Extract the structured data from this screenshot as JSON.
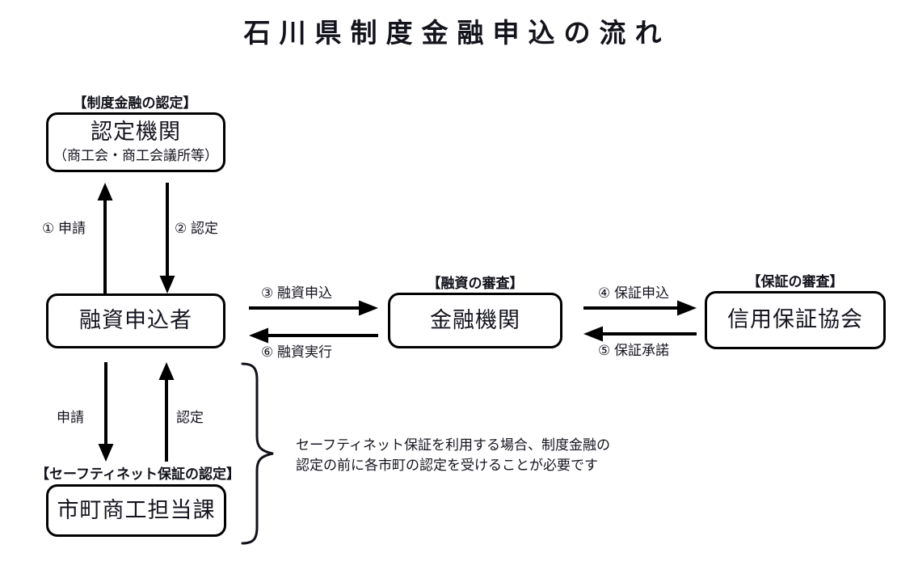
{
  "page": {
    "title": "石川県制度金融申込の流れ",
    "background_color": "#ffffff",
    "line_color": "#000000",
    "text_color": "#14141e"
  },
  "nodes": {
    "certifying_body": {
      "caption": "【制度金融の認定】",
      "label": "認定機関",
      "sublabel": "（商工会・商工会議所等）"
    },
    "applicant": {
      "caption": "",
      "label": "融資申込者",
      "sublabel": ""
    },
    "financial_institution": {
      "caption": "【融資の審査】",
      "label": "金融機関",
      "sublabel": ""
    },
    "credit_guarantee": {
      "caption": "【保証の審査】",
      "label": "信用保証協会",
      "sublabel": ""
    },
    "municipal_office": {
      "caption": "【セーフティネット保証の認定】",
      "label": "市町商工担当課",
      "sublabel": ""
    }
  },
  "flows": [
    {
      "id": "step1",
      "label": "① 申請",
      "direction": "up",
      "from": "applicant",
      "to": "certifying_body"
    },
    {
      "id": "step2",
      "label": "② 認定",
      "direction": "down",
      "from": "certifying_body",
      "to": "applicant"
    },
    {
      "id": "step3",
      "label": "③ 融資申込",
      "direction": "right",
      "from": "applicant",
      "to": "financial_institution"
    },
    {
      "id": "step6",
      "label": "⑥ 融資実行",
      "direction": "left",
      "from": "financial_institution",
      "to": "applicant"
    },
    {
      "id": "step4",
      "label": "④ 保証申込",
      "direction": "right",
      "from": "financial_institution",
      "to": "credit_guarantee"
    },
    {
      "id": "step5",
      "label": "⑤ 保証承諾",
      "direction": "left",
      "from": "credit_guarantee",
      "to": "financial_institution"
    },
    {
      "id": "apply_city",
      "label": "申請",
      "direction": "down",
      "from": "applicant",
      "to": "municipal_office"
    },
    {
      "id": "certify_city",
      "label": "認定",
      "direction": "up",
      "from": "municipal_office",
      "to": "applicant"
    }
  ],
  "note": {
    "line1": "セーフティネット保証を利用する場合、制度金融の",
    "line2": "認定の前に各市町の認定を受けることが必要です"
  }
}
